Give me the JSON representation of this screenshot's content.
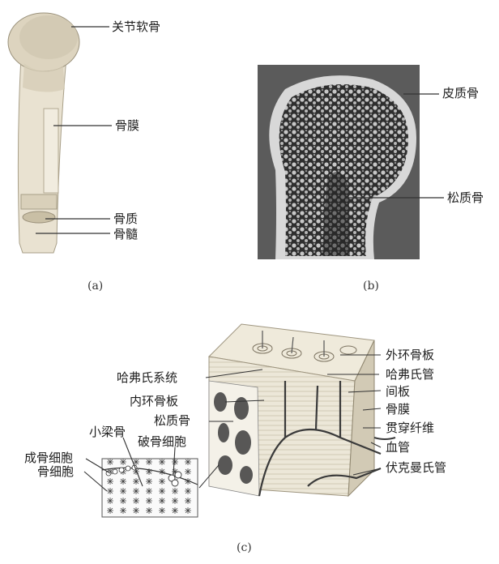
{
  "panels": {
    "a": {
      "caption": "(a)",
      "labels": {
        "articular_cartilage": "关节软骨",
        "periosteum": "骨膜",
        "bone_substance": "骨质",
        "bone_marrow": "骨髓"
      }
    },
    "b": {
      "caption": "(b)",
      "labels": {
        "cortical_bone": "皮质骨",
        "cancellous_bone": "松质骨"
      }
    },
    "c": {
      "caption": "(c)",
      "labels": {
        "haversian_system": "哈弗氏系统",
        "inner_circumferential_lamellae": "内环骨板",
        "cancellous_bone": "松质骨",
        "trabecula": "小梁骨",
        "osteoclast": "破骨细胞",
        "osteoblast": "成骨细胞",
        "osteocyte": "骨细胞",
        "outer_circumferential_lamellae": "外环骨板",
        "haversian_canal": "哈弗氏管",
        "interstitial_lamellae": "间板",
        "periosteum": "骨膜",
        "perforating_fibers": "贯穿纤维",
        "blood_vessel": "血管",
        "volkmann_canal": "伏克曼氏管"
      }
    }
  },
  "colors": {
    "bone": "#e7e0cf",
    "bone_shade": "#bdb39c",
    "xray_bg": "#5b5b5b",
    "xray_bone": "#d8d8d8",
    "vessel": "#3a3a3a",
    "leader": "#333333"
  }
}
